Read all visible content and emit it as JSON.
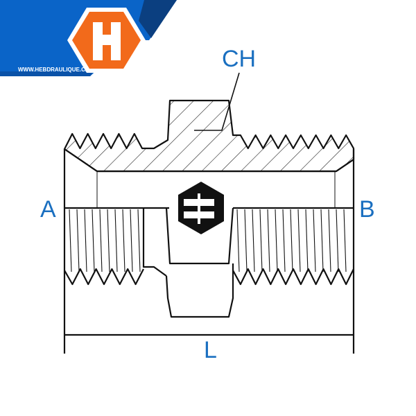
{
  "brand": {
    "logo_letter": "H",
    "website": "WWW.HEBDRAULIQUE.CA",
    "colors": {
      "blue": "#0a64c8",
      "dark_blue": "#0b3f80",
      "orange": "#f26a1b",
      "label_blue": "#1a6fc0"
    }
  },
  "diagram": {
    "labels": {
      "hex": "CH",
      "port_a": "A",
      "port_b": "B",
      "length": "L"
    },
    "center_logo_letter": "H"
  }
}
